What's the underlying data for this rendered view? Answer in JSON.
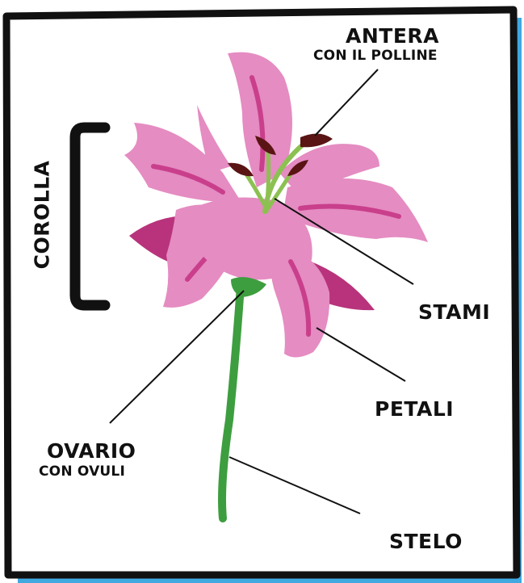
{
  "labels": {
    "antera": {
      "title": "ANTERA",
      "subtitle": "CON IL POLLINE"
    },
    "corolla": "COROLLA",
    "stami": "STAMI",
    "petali": "PETALI",
    "ovario": {
      "title": "OVARIO",
      "subtitle": "CON OVULI"
    },
    "stelo": "STELO"
  },
  "colors": {
    "frame": "#111111",
    "accent_shadow": "#3fa9e0",
    "petal_light": "#e58cc2",
    "petal_mid": "#d9609f",
    "petal_dark": "#b8337c",
    "stem": "#3d9e3f",
    "filament": "#8cc152",
    "anther": "#5a1414"
  }
}
